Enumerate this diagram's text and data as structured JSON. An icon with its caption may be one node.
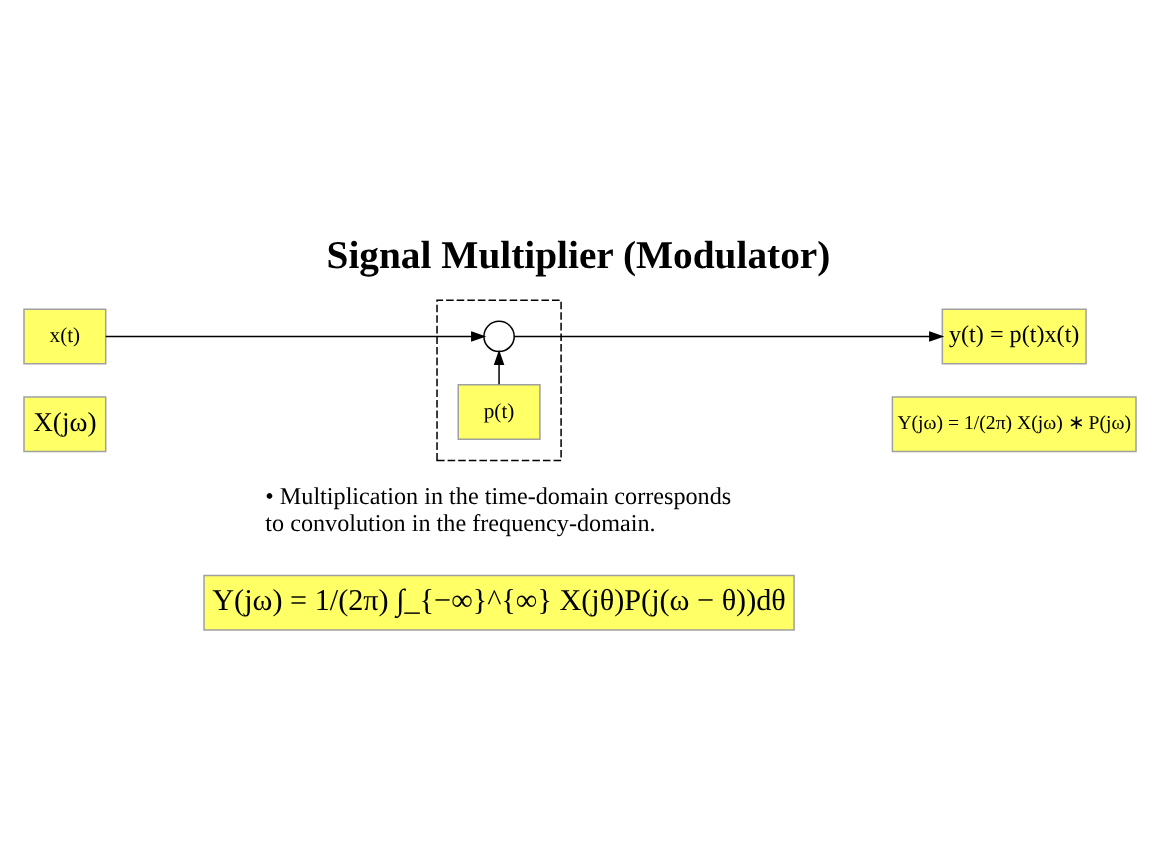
{
  "diagram": {
    "title": "Signal Multiplier (Modulator)",
    "nodes": [
      {
        "text": [
          "x(t)"
        ]
      },
      {
        "text": [
          "X(jω)"
        ]
      },
      {
        "text": [],
        "shape": "box"
      },
      {
        "text": [],
        "shape": "circle",
        "in": 2
      },
      {
        "text": [
          "p(t)"
        ],
        "in": 2
      },
      {
        "text": [
          "y(t) = p(t)x(t)"
        ]
      },
      {
        "text": [
          "Y(jω) = 1/(2π) X(jω) ∗ P(jω)"
        ]
      }
    ],
    "edges": [
      {
        "from": 0,
        "to": 3,
        "arrow": "to"
      },
      {
        "from": 3,
        "to": 5,
        "arrow": "to"
      },
      {
        "from": 4,
        "to": 3,
        "arrow": "to"
      }
    ],
    "labels": [
      "• Multiplication in the time-domain corresponds to convolution in the frequency-domain.",
      "Y(jω) = 1/(2π) ∫_{−∞}^{∞} X(jθ)P(j(ω − θ))dθ"
    ]
  }
}
